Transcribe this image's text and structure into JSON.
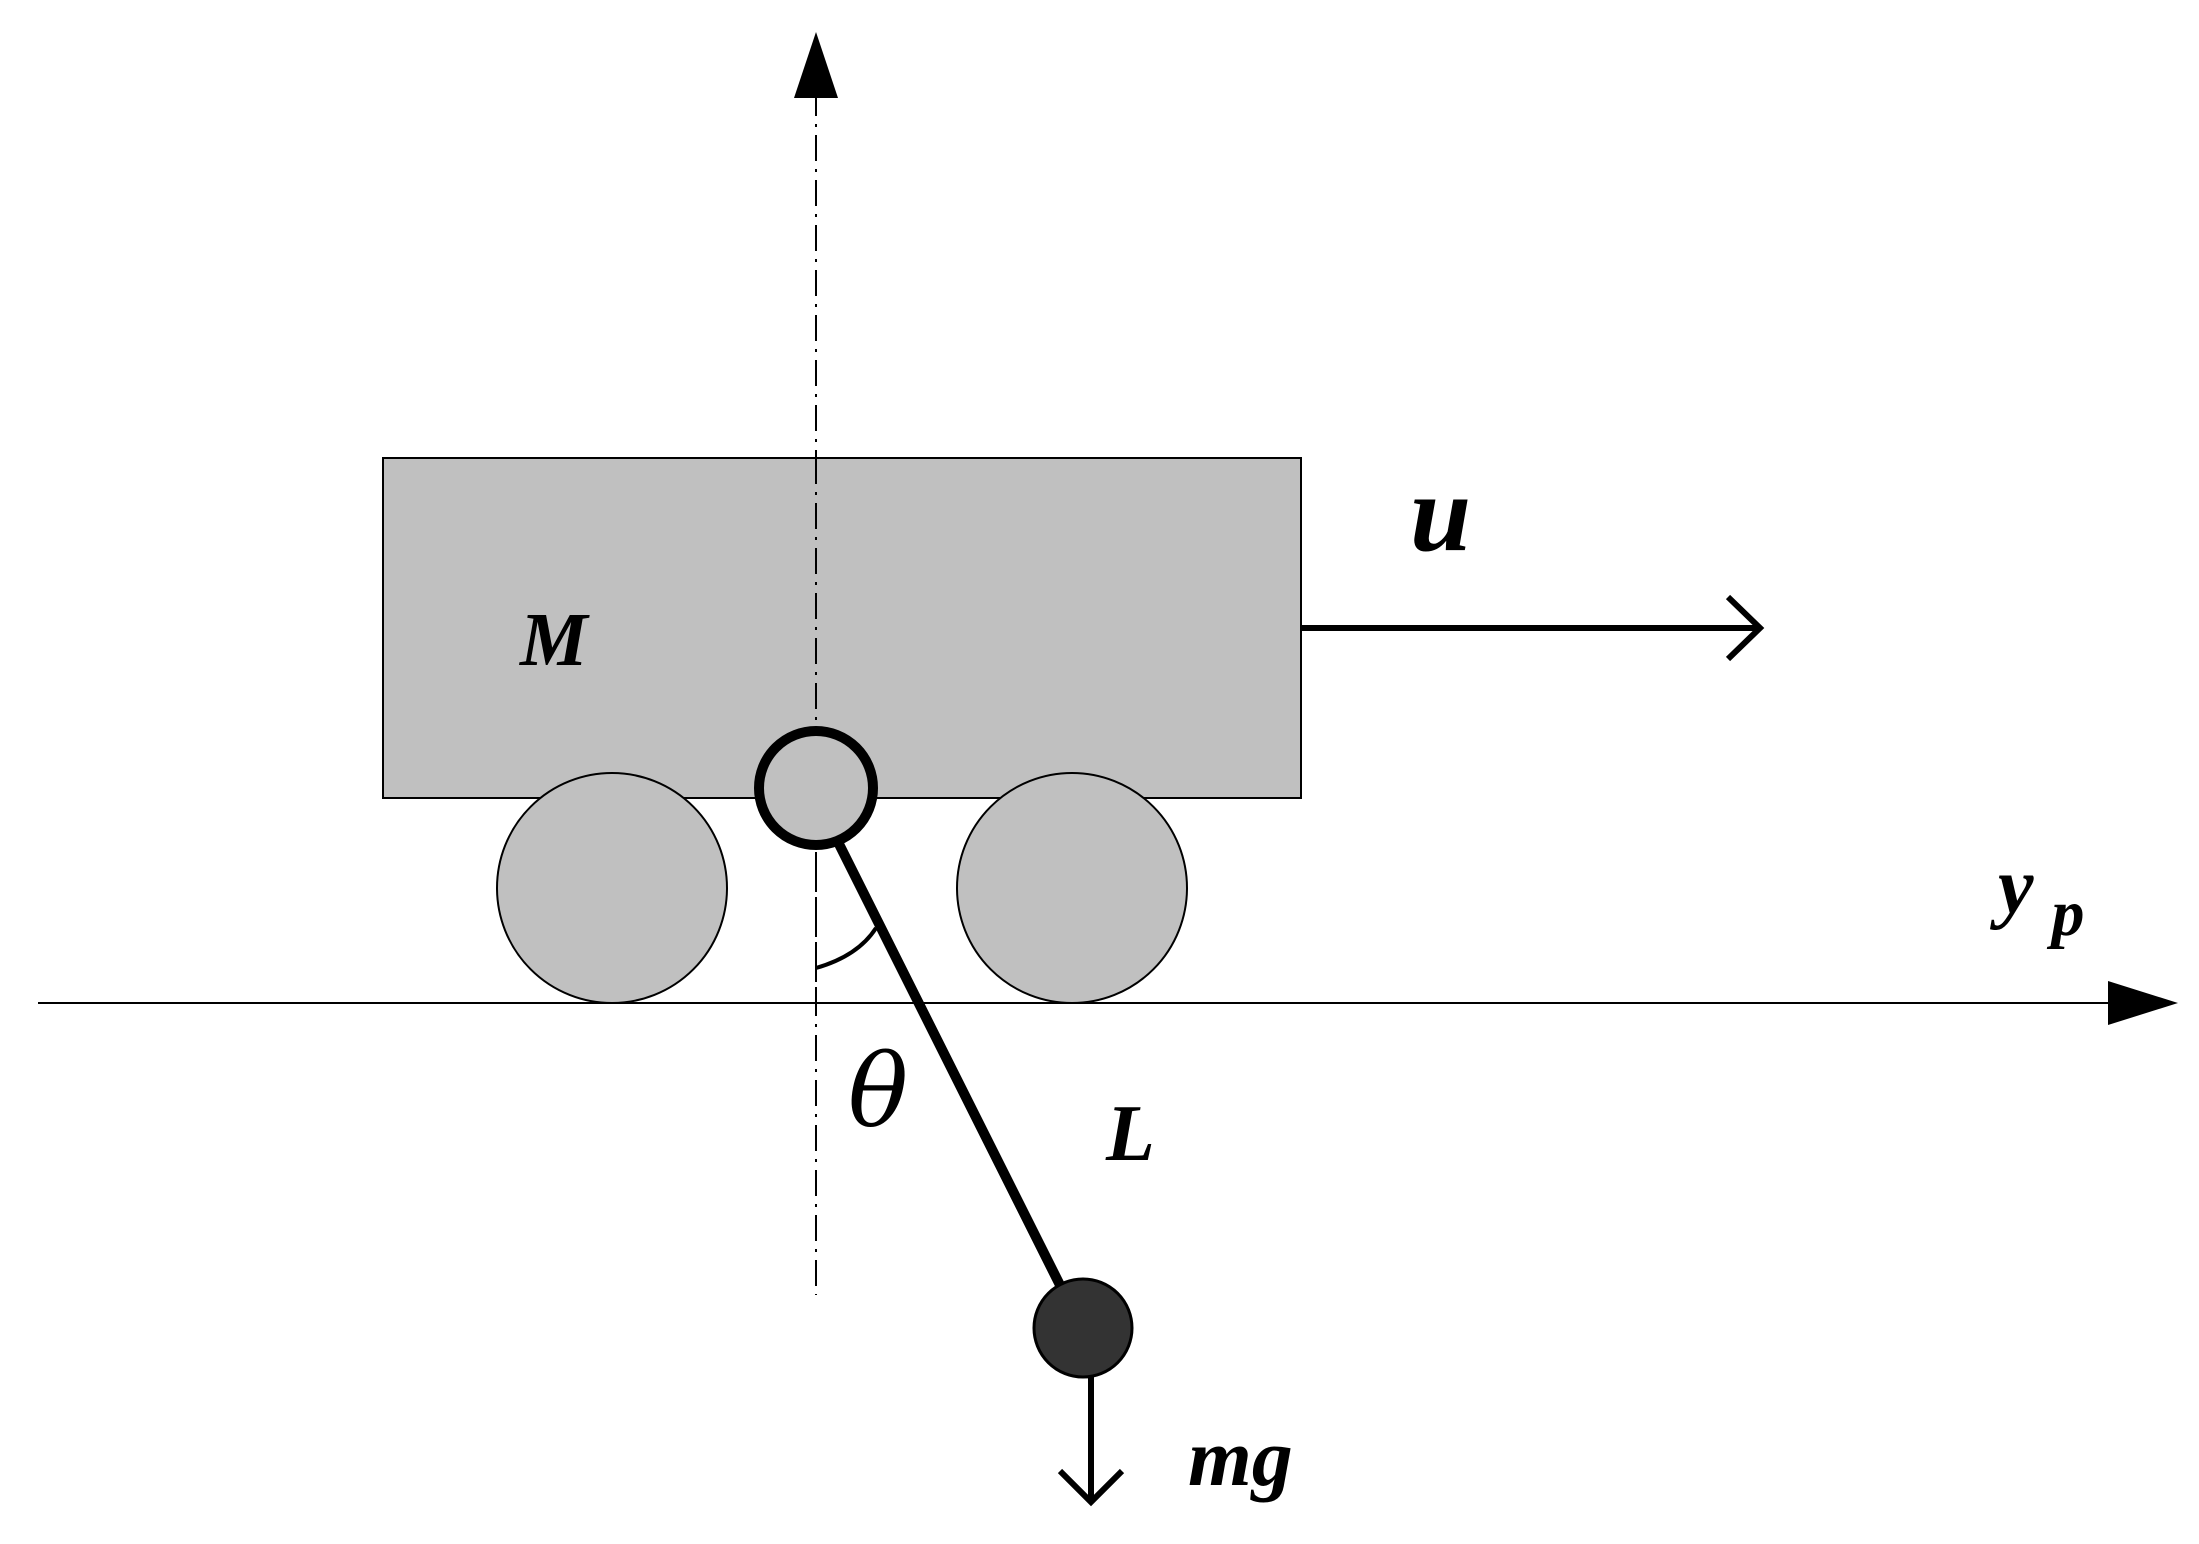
{
  "labels": {
    "mass_cart": "M",
    "force": "u",
    "axis_y": "y",
    "axis_y_subscript": "p",
    "angle": "θ",
    "length": "L",
    "gravity_force": "mg"
  },
  "colors": {
    "cart_fill": "#c0c0c0",
    "wheel_fill": "#c0c0c0",
    "bob_fill": "#333333",
    "stroke": "#000000",
    "background": "#ffffff"
  }
}
